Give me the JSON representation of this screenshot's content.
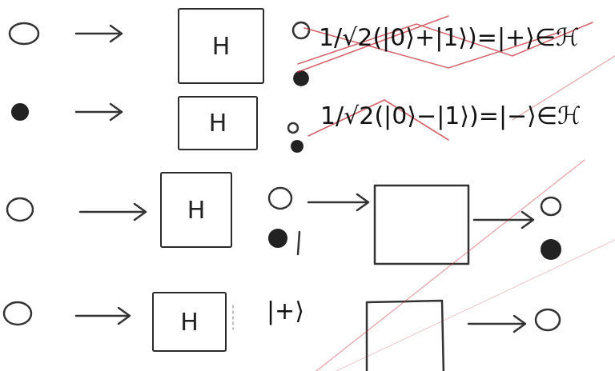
{
  "diagram": {
    "nodes": [
      {
        "text": [
          "H"
        ]
      },
      {
        "text": [
          "H"
        ]
      },
      {
        "text": [
          "H"
        ]
      },
      {
        "text": [
          "H"
        ]
      }
    ],
    "labels": [
      "1/√2(|0⟩+|1⟩)=|+⟩∈ℋ",
      "1/√2(|0⟩−|1⟩)=|−⟩∈ℋ",
      "|+⟩"
    ]
  }
}
